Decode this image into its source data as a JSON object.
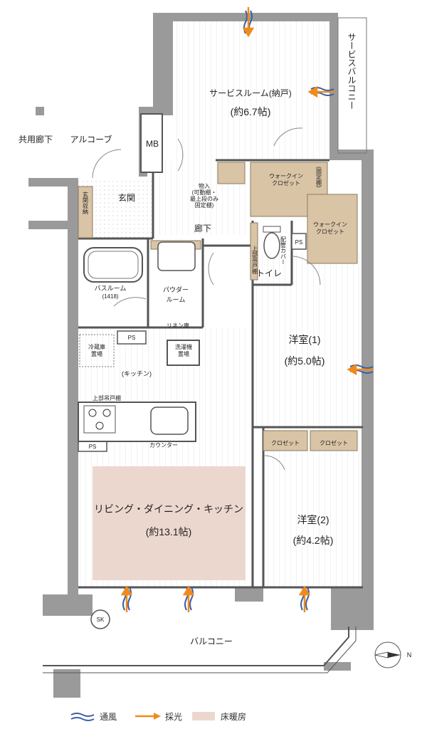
{
  "colors": {
    "wall": "#9a9a9a",
    "storage": "#d9c4a6",
    "floor_heating": "#ecd7cf",
    "wind": "#3b5fa8",
    "light": "#f08a1c",
    "floor_line": "#e3e3e3"
  },
  "icons": {
    "wind": "wind-arrow-icon",
    "light": "light-arrow-icon",
    "compass": "compass-icon",
    "stove": "stove-icon"
  },
  "rooms": {
    "service_room": {
      "name": "サービスルーム(納戸)",
      "size": "(約6.7帖)"
    },
    "service_balcony": {
      "name": "サービスバルコニー"
    },
    "common_corridor": {
      "name": "共用廊下"
    },
    "alcove": {
      "name": "アルコーブ"
    },
    "mb": {
      "name": "MB"
    },
    "entrance": {
      "name": "玄関"
    },
    "entrance_storage": {
      "name": "玄関収納"
    },
    "shelf_note": {
      "lines": [
        "物入",
        "(可動棚・",
        "最上段のみ",
        "固定棚)"
      ]
    },
    "hallway": {
      "name": "廊下"
    },
    "walk_in_1": {
      "lines": [
        "ウォークイン",
        "クロゼット"
      ],
      "note": "(固定棚)"
    },
    "walk_in_2": {
      "lines": [
        "ウォークイン",
        "クロゼット"
      ]
    },
    "upper_cabinet_toilet": {
      "lines": [
        "上部吊戸棚"
      ]
    },
    "pipe_cover": {
      "lines": [
        "配管カバー"
      ]
    },
    "ps_toilet": {
      "name": "PS"
    },
    "toilet": {
      "name": "トイレ"
    },
    "bathroom": {
      "name": "バスルーム",
      "size": "(1418)"
    },
    "powder_room": {
      "name": "パウダー",
      "name2": "ルーム"
    },
    "linen": {
      "name": "リネン庫"
    },
    "washer": {
      "lines": [
        "洗濯機",
        "置場"
      ]
    },
    "ps_kitchen": {
      "name": "PS"
    },
    "fridge": {
      "lines": [
        "冷蔵庫",
        "置場"
      ]
    },
    "kitchen": {
      "name": "(キッチン)"
    },
    "upper_cabinet_kitchen": {
      "name": "上部吊戸棚"
    },
    "ps_counter": {
      "name": "PS"
    },
    "counter": {
      "name": "カウンター"
    },
    "ldk": {
      "name": "リビング・ダイニング・キッチン",
      "size": "(約13.1帖)"
    },
    "western_1": {
      "name": "洋室(1)",
      "size": "(約5.0帖)"
    },
    "western_2": {
      "name": "洋室(2)",
      "size": "(約4.2帖)"
    },
    "closet_a": {
      "name": "クロゼット"
    },
    "closet_b": {
      "name": "クロゼット"
    },
    "sk": {
      "name": "SK"
    },
    "balcony": {
      "name": "バルコニー"
    }
  },
  "compass": {
    "label": "N"
  },
  "legend": {
    "wind": "通風",
    "light": "採光",
    "floor_heating": "床暖房"
  }
}
